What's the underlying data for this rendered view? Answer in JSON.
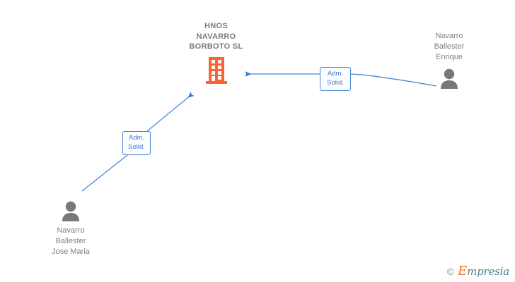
{
  "company": {
    "name": "HNOS\nNAVARRO\nBORBOTO  SL",
    "icon": "office-building-icon",
    "color": "#f96432"
  },
  "persons": [
    {
      "id": "navarro-ballester-enrique",
      "name": "Navarro\nBallester\nEnrique",
      "icon": "person-icon",
      "color": "#787878"
    },
    {
      "id": "navarro-ballester-jose-maria",
      "name": "Navarro\nBallester\nJose Maria",
      "icon": "person-icon",
      "color": "#787878"
    }
  ],
  "edges": [
    {
      "id": "edge-enrique-to-company",
      "label": "Adm.\nSolid.",
      "from": "navarro-ballester-enrique",
      "to": "hnos-navarro-borboto-sl",
      "color": "#4a86d8"
    },
    {
      "id": "edge-jose-maria-to-company",
      "label": "Adm.\nSolid.",
      "from": "navarro-ballester-jose-maria",
      "to": "hnos-navarro-borboto-sl",
      "color": "#4a86d8"
    }
  ],
  "watermark": {
    "copyright": "©",
    "brand_first": "E",
    "brand_rest": "mpresia"
  }
}
